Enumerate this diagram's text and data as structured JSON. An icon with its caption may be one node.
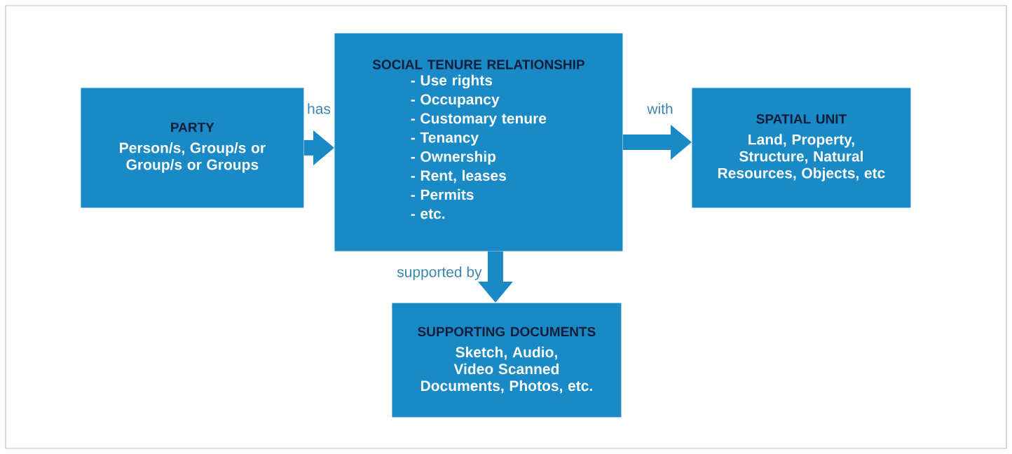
{
  "diagram": {
    "nodes": [
      {
        "text": [
          "PARTY",
          "Person/s, Group/s or Group/s or Groups"
        ]
      },
      {
        "text": [
          "SOCIAL TENURE RELATIONSHIP",
          "- Use rights",
          "- Occupancy",
          "- Customary tenure",
          "- Tenancy",
          "- Ownership",
          "- Rent, leases",
          "- Permits",
          "- etc."
        ]
      },
      {
        "text": [
          "SPATIAL UNIT",
          "Land, Property, Structure, Natural Resources, Objects, etc"
        ]
      },
      {
        "text": [
          "SUPPORTING DOCUMENTS",
          "Sketch, Audio, Video Scanned Documents, Photos, etc."
        ]
      }
    ],
    "edges": [
      {
        "from": 0,
        "to": 1,
        "arrow": "to",
        "label": "has"
      },
      {
        "from": 1,
        "to": 2,
        "arrow": "to",
        "label": "with"
      },
      {
        "from": 1,
        "to": 3,
        "arrow": "to",
        "label": "supported by"
      }
    ]
  }
}
